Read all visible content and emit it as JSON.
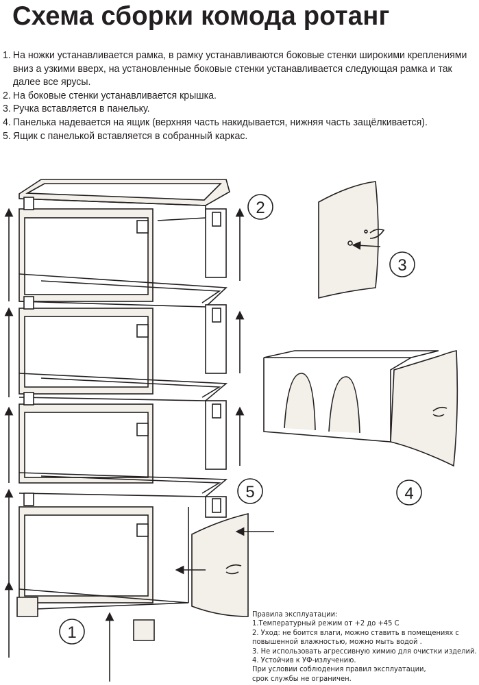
{
  "title": "Схема сборки комода ротанг",
  "steps": [
    {
      "num": "1.",
      "text": "На ножки устанавливается рамка, в рамку устанавливаются боковые стенки широкими креплениями вниз а узкими вверх, на установленные боковые стенки устанавливается следующая рамка и так далее все ярусы."
    },
    {
      "num": "2.",
      "text": "На боковые стенки устанавливается крышка."
    },
    {
      "num": "3.",
      "text": "Ручка вставляется в панельку."
    },
    {
      "num": "4.",
      "text": "Панелька надевается на ящик (верхняя часть накидывается, нижняя часть защёлкивается)."
    },
    {
      "num": "5.",
      "text": "Ящик с панелькой вставляется в собранный каркас."
    }
  ],
  "callouts": {
    "c1": "1",
    "c2": "2",
    "c3": "3",
    "c4": "4",
    "c5": "5"
  },
  "rules": {
    "heading": "Правила эксплуатации:",
    "lines": [
      "1.Температурный режим от +2 до +45  С",
      "2. Уход: не боится влаги, можно ставить в помещениях с",
      "повышенной влажностью, можно мыть водой .",
      "3. Не использовать агрессивную химию для очистки изделий.",
      "4. Устойчив к УФ-излучению.",
      "При условии соблюдения правил эксплуатации,",
      "срок службы не ограничен."
    ]
  }
}
